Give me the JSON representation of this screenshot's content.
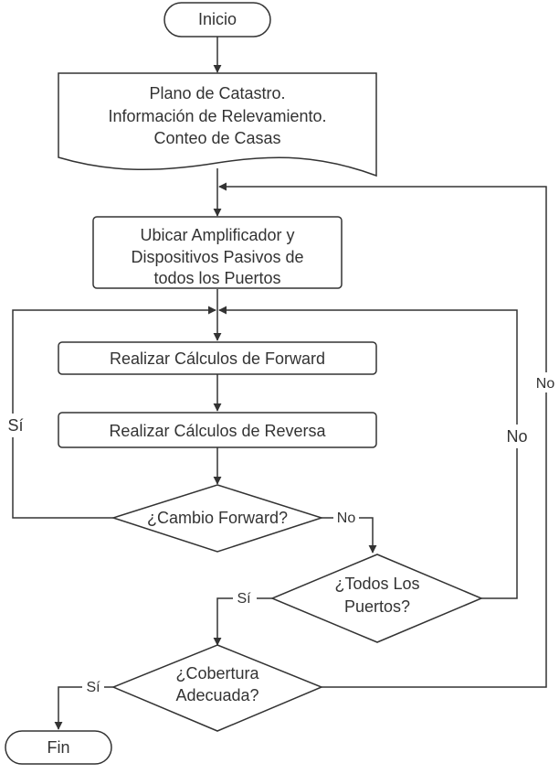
{
  "nodes": {
    "start": "Inicio",
    "document": [
      "Plano de Catastro.",
      "Información de Relevamiento.",
      "Conteo de Casas"
    ],
    "place": [
      "Ubicar Amplificador y",
      "Dispositivos Pasivos de",
      "todos los Puertos"
    ],
    "forward": "Realizar Cálculos de Forward",
    "reverse": "Realizar Cálculos de Reversa",
    "dec_forward": "¿Cambio Forward?",
    "dec_ports": [
      "¿Todos Los",
      "Puertos?"
    ],
    "dec_coverage": [
      "¿Cobertura",
      "Adecuada?"
    ],
    "end": "Fin"
  },
  "edge_labels": {
    "forward_yes": "Sí",
    "forward_no": "No",
    "ports_yes": "Sí",
    "ports_no": "No",
    "coverage_yes": "Sí",
    "coverage_no": "No"
  }
}
